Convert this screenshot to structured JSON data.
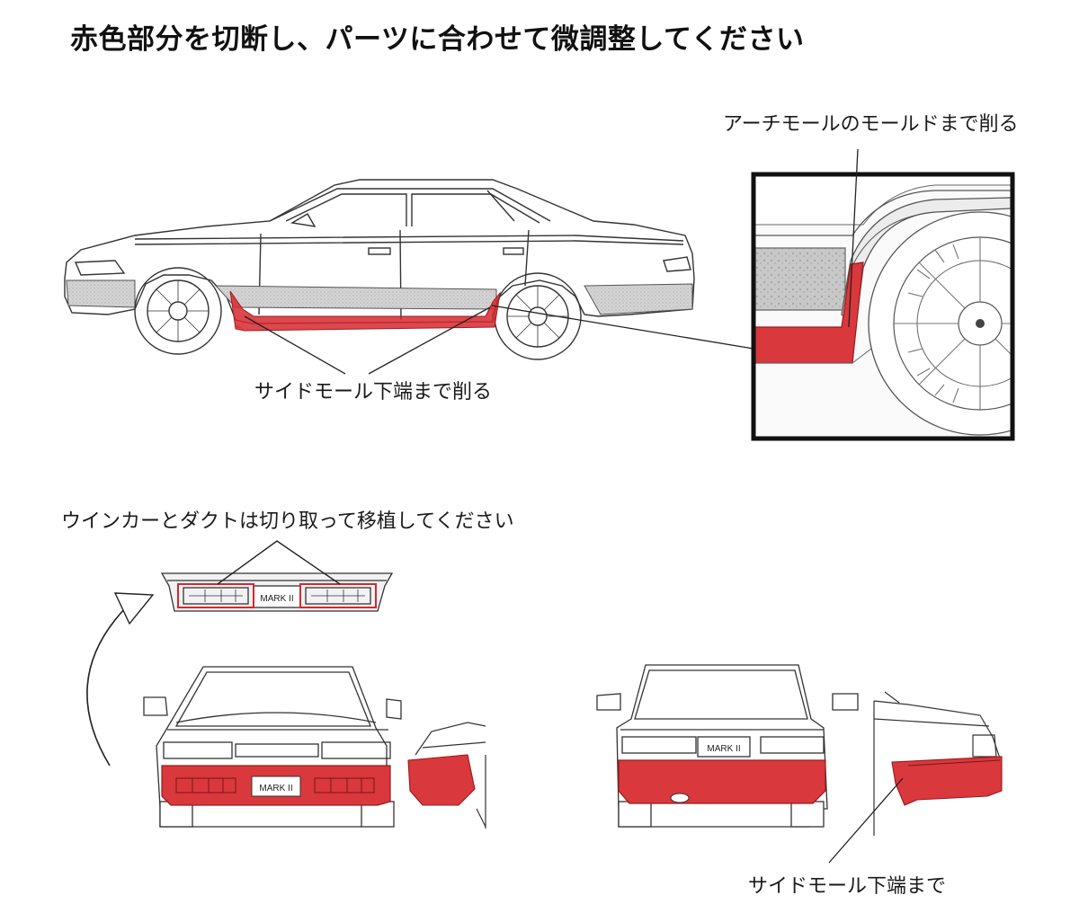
{
  "title": "赤色部分を切断し、パーツに合わせて微調整してください",
  "labels": {
    "arch_mold": "アーチモールのモールドまで削る",
    "side_mold_cut": "サイドモール下端まで削る",
    "winker_duct": "ウインカーとダクトは切り取って移植してください",
    "side_mold_bottom": "サイドモール下端まで"
  },
  "badge_text": "MARK II",
  "colors": {
    "cut_fill": "#d9383c",
    "cut_fill_light": "rgba(214,40,46,0.85)",
    "line": "#333333",
    "frame": "#111111",
    "body_gray": "#c9c9c9"
  }
}
